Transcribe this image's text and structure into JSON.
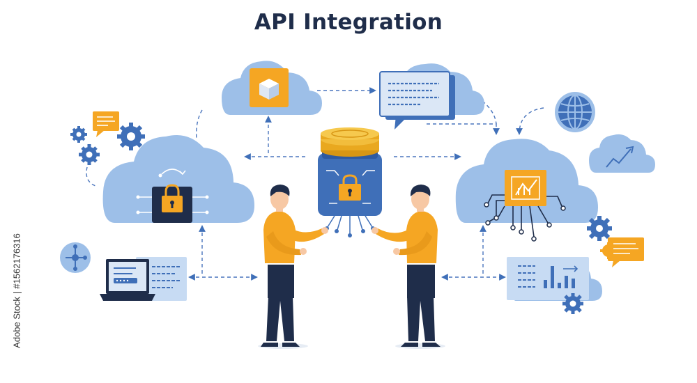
{
  "title": "API Integration",
  "watermark": {
    "brand": "Adobe Stock",
    "separator": "|",
    "id": "#1562176316"
  },
  "icons": [
    "cloud-icon",
    "lock-icon",
    "box-icon",
    "chat-bubble-icon",
    "globe-icon",
    "trend-chart-icon",
    "database-icon",
    "chip-icon",
    "gear-icon",
    "laptop-icon",
    "document-icon",
    "bar-chart-icon",
    "person-icon"
  ],
  "colors": {
    "cloud": "#9dbfe8",
    "cloud_dark": "#6f9bd6",
    "accent_orange": "#f5a623",
    "navy": "#1f2d4a",
    "blue": "#3f6fb8",
    "dashed_line": "#5a82c2"
  }
}
